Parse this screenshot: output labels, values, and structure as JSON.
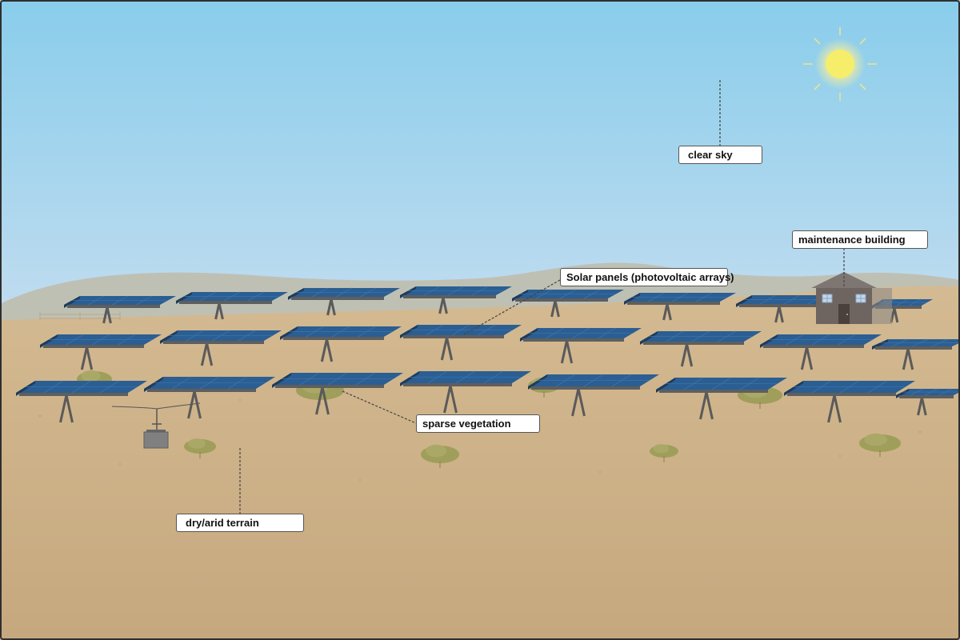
{
  "colors": {
    "sky_top": "#89CDEB",
    "sky_bottom": "#C4DDF0",
    "ground": "#D0B58C",
    "panel": "#2B5E92",
    "panel_dark": "#1E3C5C",
    "vegetation": "#9F9E5A",
    "building": "#6E6460",
    "sun": "#F5EC6E",
    "frame": "#2E2E2E"
  },
  "labels": {
    "sky": "clear sky",
    "building": "maintenance building",
    "panels": "Solar panels (photovoltaic arrays)",
    "vegetation": "sparse vegetation",
    "terrain": "dry/arid terrain"
  },
  "icons": [
    "sun-icon",
    "solar-panel-icon",
    "house-icon",
    "shrub-icon",
    "utility-box-icon"
  ]
}
